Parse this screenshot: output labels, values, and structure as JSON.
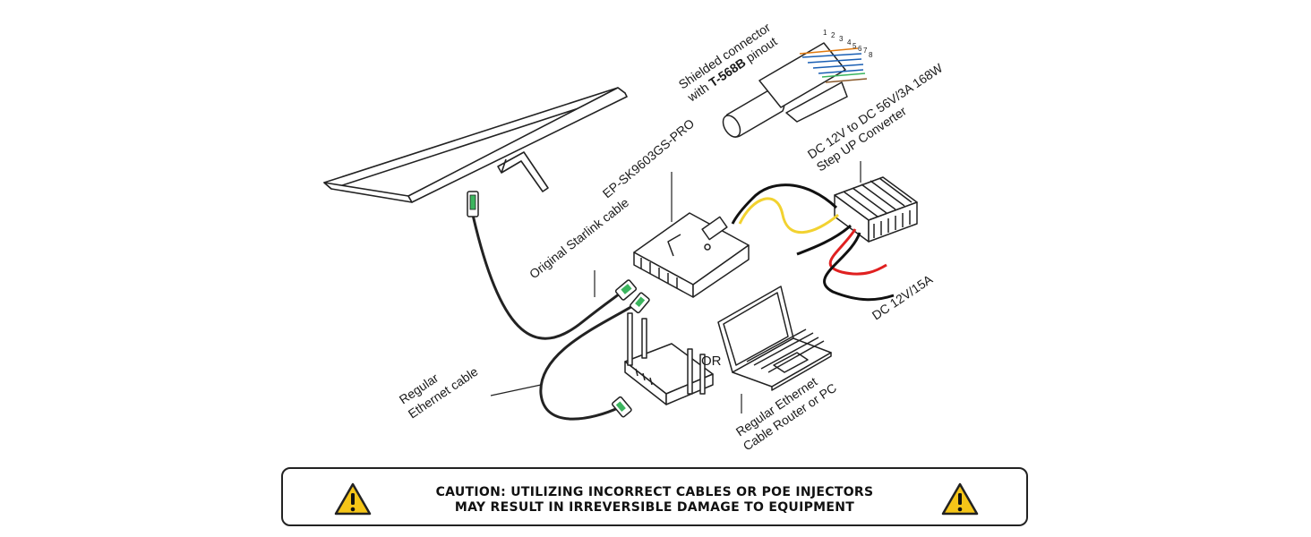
{
  "labels": {
    "connector_line1": "Shielded connector",
    "connector_line2_prefix": "with ",
    "connector_line2_bold": "T-568B",
    "connector_line2_suffix": " pinout",
    "pin_numbers": [
      "1",
      "2",
      "3",
      "4",
      "5",
      "6",
      "7",
      "8"
    ],
    "converter_line1": "DC 12V to DC 56V/3A 168W",
    "converter_line2": "Step UP Converter",
    "injector": "EP-SK9603GS-PRO",
    "starlink_cable": "Original Starlink cable",
    "ethernet_line1": "Regular",
    "ethernet_line2": "Ethernet cable",
    "or": "OR",
    "router_line1": "Regular Ethernet",
    "router_line2": "Cable Router or PC",
    "power": "DC 12V/15A"
  },
  "caution": {
    "line1": "CAUTION: UTILIZING INCORRECT CABLES OR POE INJECTORS",
    "line2": "MAY RESULT IN IRREVERSIBLE DAMAGE TO EQUIPMENT",
    "icon_color": "#F5C518"
  },
  "wire_colors": {
    "black": "#111111",
    "yellow": "#F2D230",
    "red": "#E02020"
  }
}
